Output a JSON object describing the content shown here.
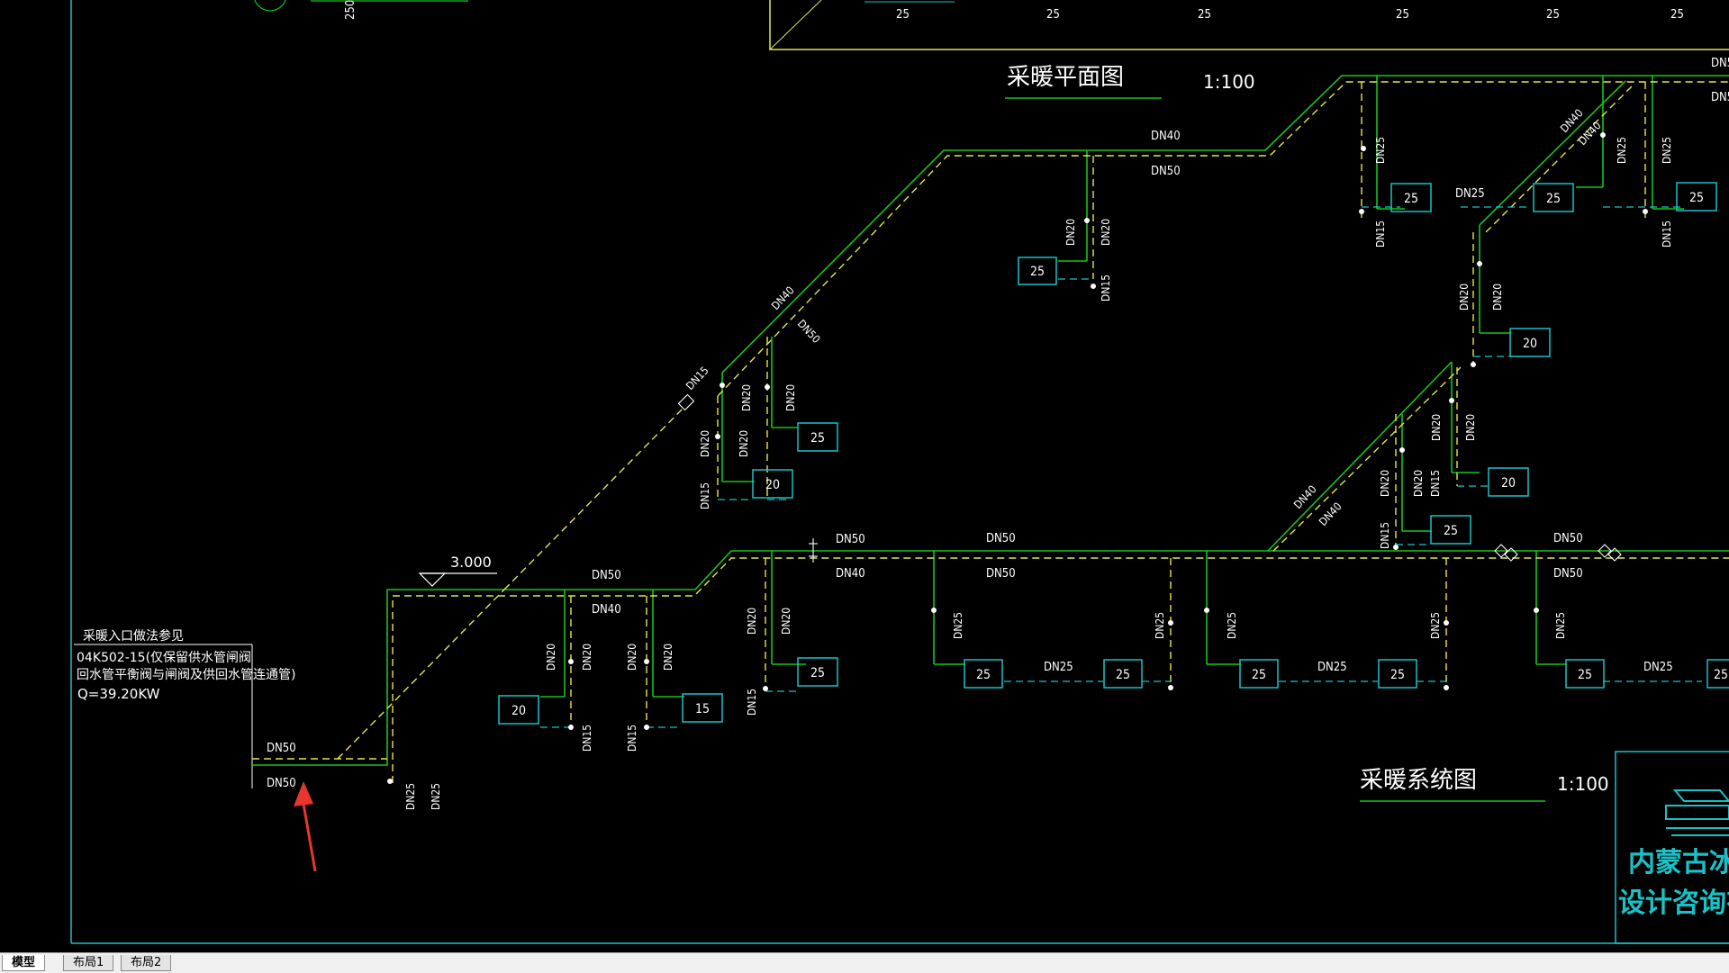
{
  "titles": {
    "plan": "采暖平面图",
    "plan_scale": "1:100",
    "system": "采暖系统图",
    "system_scale": "1:100"
  },
  "note": {
    "line1": "采暖入口做法参见",
    "line2": "04K502-15(仅保留供水管闸阀",
    "line3": "回水管平衡阀与闸阀及供回水管连通管)",
    "line4": "Q=39.20KW"
  },
  "elevation": "3.000",
  "dim_250": "250",
  "title_block": {
    "company_line1": "内蒙古冰川",
    "company_line2": "设计咨询有"
  },
  "top_numbers": [
    "25",
    "25",
    "25",
    "25",
    "25",
    "25"
  ],
  "pipe_labels": {
    "dn50": "DN50",
    "dn40": "DN40",
    "dn25": "DN25",
    "dn20": "DN20",
    "dn15": "DN15"
  },
  "radiators": {
    "r25": "25",
    "r20": "20",
    "r15": "15"
  },
  "tabs": [
    "模型",
    "布局1",
    "布局2"
  ],
  "colors": {
    "supply": "#17c41c",
    "return": "#e6e64e",
    "radiator": "#19c2c8",
    "text": "#ffffff",
    "frame": "#19c2c8",
    "arrow": "#e8362d"
  }
}
